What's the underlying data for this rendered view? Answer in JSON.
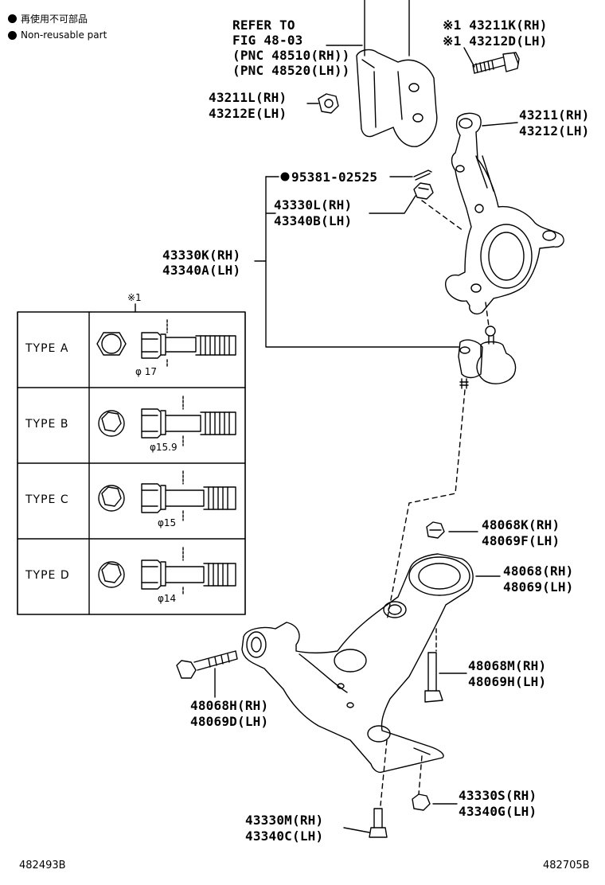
{
  "legend": {
    "reuse_jp": "再使用不可部品",
    "reuse_en": "Non-reusable part"
  },
  "refer": {
    "line1": "REFER TO",
    "line2": "FIG 48-03",
    "line3": "(PNC 48510(RH))",
    "line4": "(PNC 48520(LH))"
  },
  "parts": {
    "bolt_k": "※1 43211K(RH)",
    "bolt_d": "※1 43212D(LH)",
    "nut_l": "43211L(RH)",
    "nut_e": "43212E(LH)",
    "knuckle_rh": "43211(RH)",
    "knuckle_lh": "43212(LH)",
    "pin": "95381-02525",
    "nut330l": "43330L(RH)",
    "nut340b": "43340B(LH)",
    "ball_rh": "43330K(RH)",
    "ball_lh": "43340A(LH)",
    "nut48068k": "48068K(RH)",
    "nut48069f": "48069F(LH)",
    "arm_rh": "48068(RH)",
    "arm_lh": "48069(LH)",
    "bolt48068m": "48068M(RH)",
    "bolt48069h": "48069H(LH)",
    "bolt48068h": "48068H(RH)",
    "bolt48069d": "48069D(LH)",
    "nut43330s": "43330S(RH)",
    "nut43340g": "43340G(LH)",
    "bolt43330m": "43330M(RH)",
    "bolt43340c": "43340C(LH)"
  },
  "types_note": "※1",
  "types": [
    {
      "label": "TYPE  A",
      "dim": "φ 17"
    },
    {
      "label": "TYPE  B",
      "dim": "φ15.9"
    },
    {
      "label": "TYPE  C",
      "dim": "φ15"
    },
    {
      "label": "TYPE  D",
      "dim": "φ14"
    }
  ],
  "footer": {
    "left": "482493B",
    "right": "482705B"
  }
}
